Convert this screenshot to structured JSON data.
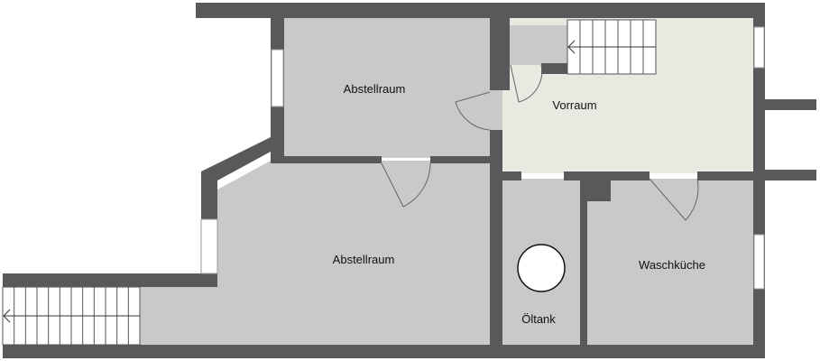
{
  "rooms": [
    {
      "id": "abstellraum-upper",
      "label": "Abstellraum"
    },
    {
      "id": "vorraum",
      "label": "Vorraum"
    },
    {
      "id": "abstellraum-lower",
      "label": "Abstellraum"
    },
    {
      "id": "waschkueche",
      "label": "Waschküche"
    },
    {
      "id": "oeltank",
      "label": "Öltank"
    }
  ],
  "colors": {
    "wall": "#58595b",
    "room_floor": "#c9c9c9",
    "hall_floor": "#e9e9e2"
  }
}
